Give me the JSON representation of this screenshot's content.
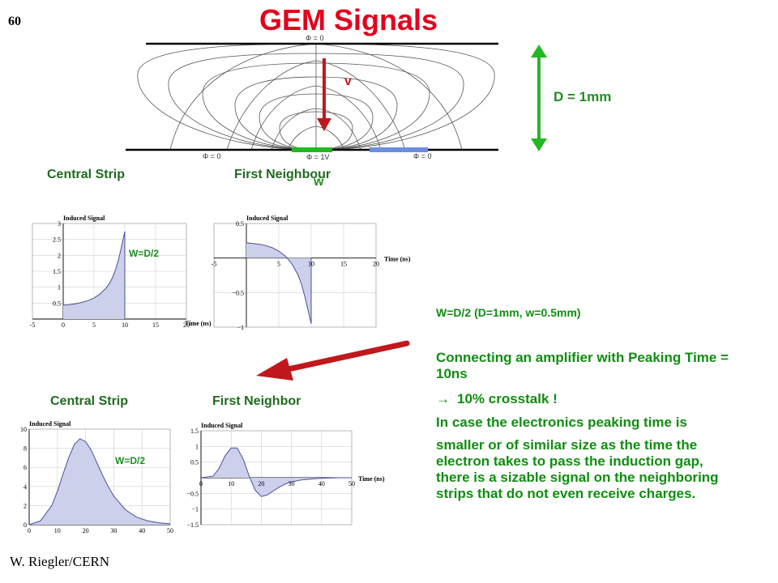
{
  "slide": {
    "number": "60",
    "title": "GEM Signals",
    "credit": "W. Riegler/CERN"
  },
  "field_diagram": {
    "phi_top": "Φ = 0",
    "phi_bottom_left": "Φ = 0",
    "phi_center": "Φ = 1V",
    "phi_bottom_right": "Φ = 0",
    "velocity_label": "v",
    "width_label": "w",
    "gap_label": "D = 1mm",
    "colors": {
      "velocity_arrow": "#c0181c",
      "gap_arrow": "#22b822",
      "readout_strip": "#22b822",
      "neighbor_strip": "#6a8ee0"
    }
  },
  "labels": {
    "central_strip_top": "Central Strip",
    "first_neighbour": "First Neighbour",
    "central_strip_bottom": "Central Strip",
    "first_neighbor": "First Neighbor"
  },
  "panel_annotations": {
    "top_left": "W=D/2",
    "bottom_left": "W=D/2"
  },
  "text": {
    "params": "W=D/2 (D=1mm, w=0.5mm)",
    "amplifier": "Connecting an amplifier with Peaking Time = 10ns",
    "crosstalk": "10% crosstalk !",
    "case_line": "In case the electronics peaking time is",
    "paragraph": "smaller or of similar size as the time the electron takes to pass the induction gap, there is a sizable signal on the neighboring strips that do not even receive charges."
  },
  "arrow_color": "#c0181c",
  "chart_data": [
    {
      "type": "area",
      "ylabel": "Induced Signal",
      "xlabel": "Time (ns)",
      "xlim": [
        -5,
        20
      ],
      "ylim": [
        0,
        3.0
      ],
      "xticks": [
        -5,
        0,
        5,
        10,
        15,
        20
      ],
      "yticks": [
        0.5,
        1.0,
        1.5,
        2.0,
        2.5,
        3.0
      ],
      "x": [
        0,
        1,
        2,
        3,
        4,
        5,
        6,
        7,
        7.5,
        8,
        8.5,
        9,
        9.5,
        10
      ],
      "y": [
        0.44,
        0.45,
        0.48,
        0.52,
        0.58,
        0.66,
        0.79,
        0.98,
        1.12,
        1.3,
        1.55,
        1.88,
        2.3,
        2.75
      ]
    },
    {
      "type": "area",
      "ylabel": "Induced Signal",
      "xlabel": "Time (ns)",
      "xlim": [
        -5,
        20
      ],
      "ylim": [
        -1.0,
        0.5
      ],
      "xticks": [
        -5,
        5,
        10,
        15,
        20
      ],
      "yticks": [
        -1.0,
        -0.5,
        0.5
      ],
      "x": [
        0,
        1,
        2,
        3,
        4,
        5,
        6,
        7,
        8,
        8.5,
        9,
        9.5,
        10
      ],
      "y": [
        0.22,
        0.21,
        0.2,
        0.18,
        0.15,
        0.1,
        0.03,
        -0.08,
        -0.25,
        -0.38,
        -0.55,
        -0.75,
        -0.95
      ]
    },
    {
      "type": "area",
      "ylabel": "Induced Signal",
      "xlabel": "",
      "xlim": [
        0,
        50
      ],
      "ylim": [
        0,
        10
      ],
      "xticks": [
        0,
        10,
        20,
        30,
        40,
        50
      ],
      "yticks": [
        0,
        2,
        4,
        6,
        8,
        10
      ],
      "x": [
        0,
        4,
        8,
        10,
        12,
        14,
        16,
        18,
        20,
        22,
        24,
        26,
        28,
        30,
        34,
        38,
        42,
        46,
        50
      ],
      "y": [
        0,
        0.4,
        2.0,
        3.5,
        5.3,
        7.0,
        8.4,
        9.0,
        8.7,
        7.8,
        6.5,
        5.2,
        4.0,
        3.0,
        1.6,
        0.8,
        0.4,
        0.2,
        0.1
      ]
    },
    {
      "type": "area",
      "ylabel": "Induced Signal",
      "xlabel": "Time (ns)",
      "xlim": [
        0,
        50
      ],
      "ylim": [
        -1.5,
        1.5
      ],
      "xticks": [
        0,
        10,
        20,
        30,
        40,
        50
      ],
      "yticks": [
        -1.5,
        -1.0,
        -0.5,
        0.5,
        1.0,
        1.5
      ],
      "x": [
        0,
        4,
        6,
        8,
        10,
        12,
        14,
        16,
        18,
        20,
        22,
        24,
        26,
        28,
        30,
        34,
        38,
        42,
        46,
        50
      ],
      "y": [
        0,
        0.05,
        0.3,
        0.7,
        0.95,
        0.95,
        0.6,
        0.05,
        -0.4,
        -0.6,
        -0.55,
        -0.42,
        -0.3,
        -0.2,
        -0.13,
        -0.06,
        -0.03,
        -0.01,
        0,
        0
      ]
    }
  ]
}
